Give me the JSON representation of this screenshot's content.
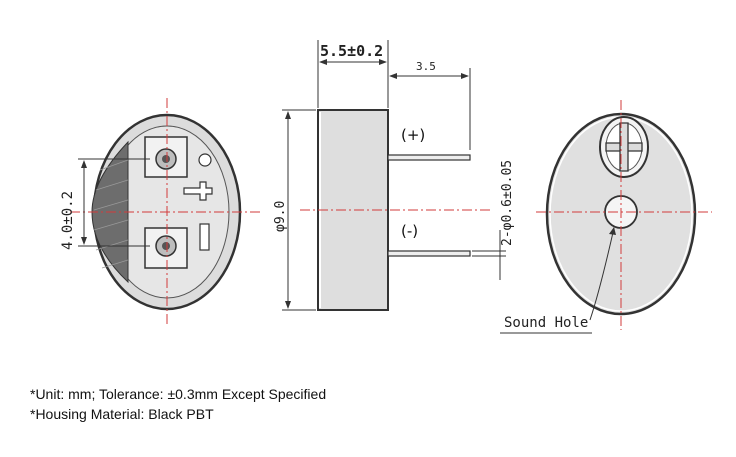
{
  "drawing": {
    "dims": {
      "thickness": "5.5±0.2",
      "pin_length": "3.5",
      "diameter": "φ9.0",
      "pin_spacing": "4.0±0.2",
      "pin_diameter": "2-φ0.6±0.05"
    },
    "polarity": {
      "positive": "(+)",
      "negative": "(-)"
    },
    "callout": "Sound Hole",
    "colors": {
      "centerline": "#d23b3b",
      "outline": "#333333",
      "body_fill": "#d9d9d9"
    }
  },
  "notes": {
    "unit": "*Unit: mm; Tolerance:  ±0.3mm Except Specified",
    "material": "*Housing Material: Black PBT"
  }
}
